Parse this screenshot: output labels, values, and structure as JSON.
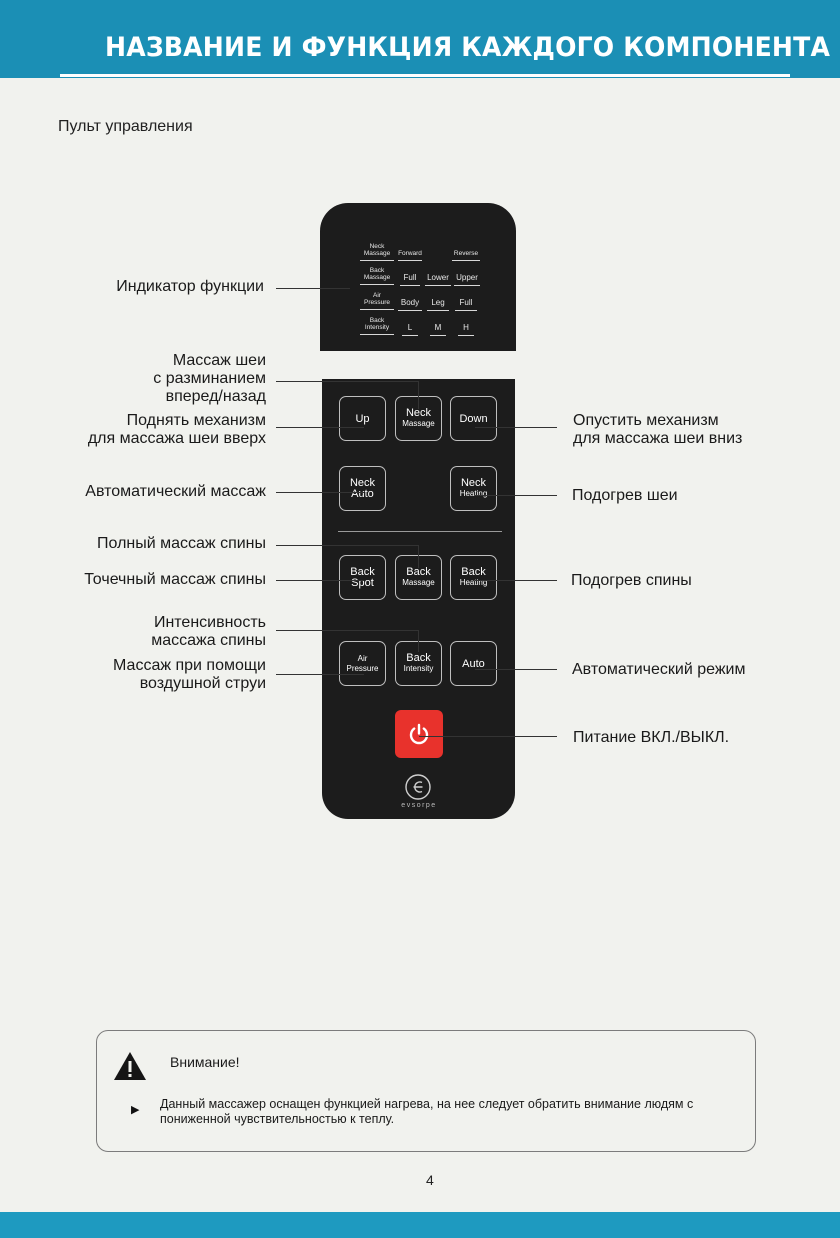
{
  "header": {
    "title": "НАЗВАНИЕ И ФУНКЦИЯ КАЖДОГО КОМПОНЕНТА"
  },
  "section": {
    "label": "Пульт управления"
  },
  "indicators": {
    "neck_massage": [
      "Neck",
      "Massage"
    ],
    "forward": "Forward",
    "reverse": "Reverse",
    "back_massage": [
      "Back",
      "Massage"
    ],
    "full": "Full",
    "lower": "Lower",
    "upper": "Upper",
    "air_pressure": [
      "Air",
      "Pressure"
    ],
    "body": "Body",
    "leg": "Leg",
    "full2": "Full",
    "back_intensity": [
      "Back",
      "Intensity"
    ],
    "low": "L",
    "mid": "M",
    "high": "H"
  },
  "buttons": {
    "up": "Up",
    "neck_massage": [
      "Neck",
      "Massage"
    ],
    "down": "Down",
    "neck_auto": [
      "Neck",
      "Auto"
    ],
    "neck_heating": [
      "Neck",
      "Heating"
    ],
    "back_spot": [
      "Back",
      "Spot"
    ],
    "back_massage": [
      "Back",
      "Massage"
    ],
    "back_heating": [
      "Back",
      "Heating"
    ],
    "air_pressure": [
      "Air",
      "Pressure"
    ],
    "back_intensity": [
      "Back",
      "Intensity"
    ],
    "auto": "Auto"
  },
  "brand": "evsorpe",
  "labels": {
    "function_indicator": "Индикатор функции",
    "neck_massage": [
      "Массаж шеи",
      "с разминанием",
      "вперед/назад"
    ],
    "raise_neck": [
      "Поднять механизм",
      "для массажа шеи вверх"
    ],
    "lower_neck": [
      "Опустить механизм",
      "для массажа шеи вниз"
    ],
    "auto_massage": "Автоматический массаж",
    "neck_heating": "Подогрев шеи",
    "full_back": "Полный массаж спины",
    "spot_back": "Точечный массаж спины",
    "back_heating": "Подогрев спины",
    "back_intensity": [
      "Интенсивность",
      "массажа спины"
    ],
    "air_massage": [
      "Массаж при помощи",
      "воздушной струи"
    ],
    "auto_mode": "Автоматический режим",
    "power": "Питание ВКЛ./ВЫКЛ."
  },
  "warning": {
    "title": "Внимание!",
    "bullet": "▶",
    "text": "Данный массажер оснащен функцией нагрева, на нее следует обратить внимание людям с пониженной чувствительностью к теплу."
  },
  "page_number": "4",
  "colors": {
    "banner": "#1b8fb5",
    "panel": "#1c1c1c",
    "power": "#e8322c"
  }
}
